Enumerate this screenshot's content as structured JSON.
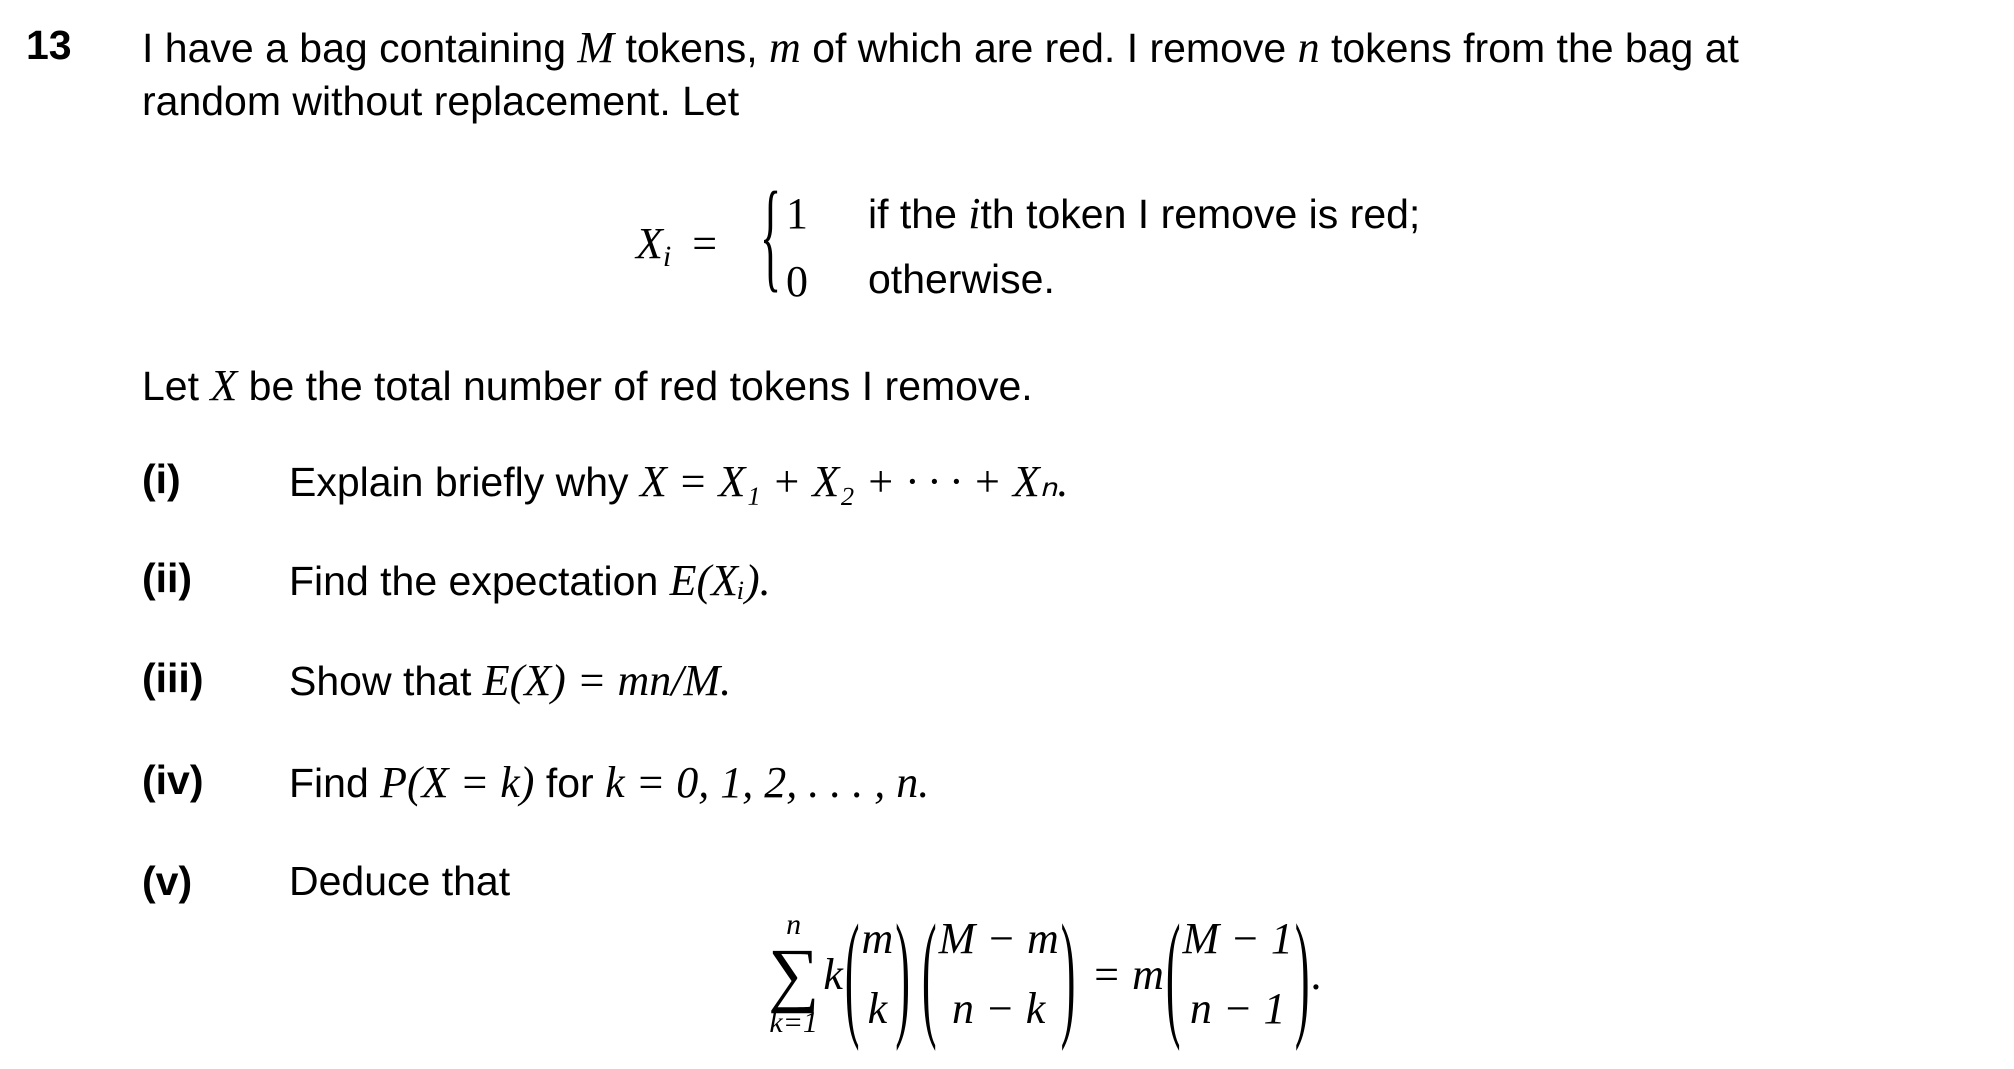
{
  "question": {
    "number": "13",
    "intro_line1": "I have a bag containing M tokens, m of which are red. I remove n tokens from the bag at",
    "intro_parts": {
      "a": "I have a bag containing ",
      "M": "M",
      "b": " tokens, ",
      "m": "m",
      "c": " of which are red.  I remove ",
      "n": "n",
      "d": " tokens from the bag at"
    },
    "intro_line2": "random without replacement. Let",
    "definition": {
      "lhs": "X",
      "lhs_sub": "i",
      "equals": "=",
      "case1_value": "1",
      "case1_text_a": "if the ",
      "case1_text_i": "i",
      "case1_text_b": "th token I remove is red;",
      "case2_value": "0",
      "case2_text": "otherwise."
    },
    "let_x": {
      "a": "Let ",
      "X": "X",
      "b": " be the total number of red tokens I remove."
    },
    "parts": [
      {
        "label": "(i)",
        "text": "Explain briefly why ",
        "math": "X = X₁ + X₂ + · · · + Xₙ."
      },
      {
        "label": "(ii)",
        "text": "Find the expectation ",
        "math": "E(Xᵢ)."
      },
      {
        "label": "(iii)",
        "text": "Show that ",
        "math": "E(X) = mn/M."
      },
      {
        "label": "(iv)",
        "text": "Find ",
        "math": "P(X = k)",
        "text2": " for ",
        "math2": "k = 0, 1, 2, . . . , n."
      },
      {
        "label": "(v)",
        "text": "Deduce that"
      }
    ],
    "identity": {
      "sum_upper": "n",
      "sum_symbol": "∑",
      "sum_lower": "k=1",
      "k": "k",
      "b1_top": "m",
      "b1_bot": "k",
      "b2_top": "M − m",
      "b2_bot": "n − k",
      "eq": "= m",
      "b3_top": "M − 1",
      "b3_bot": "n − 1",
      "end": "."
    }
  }
}
